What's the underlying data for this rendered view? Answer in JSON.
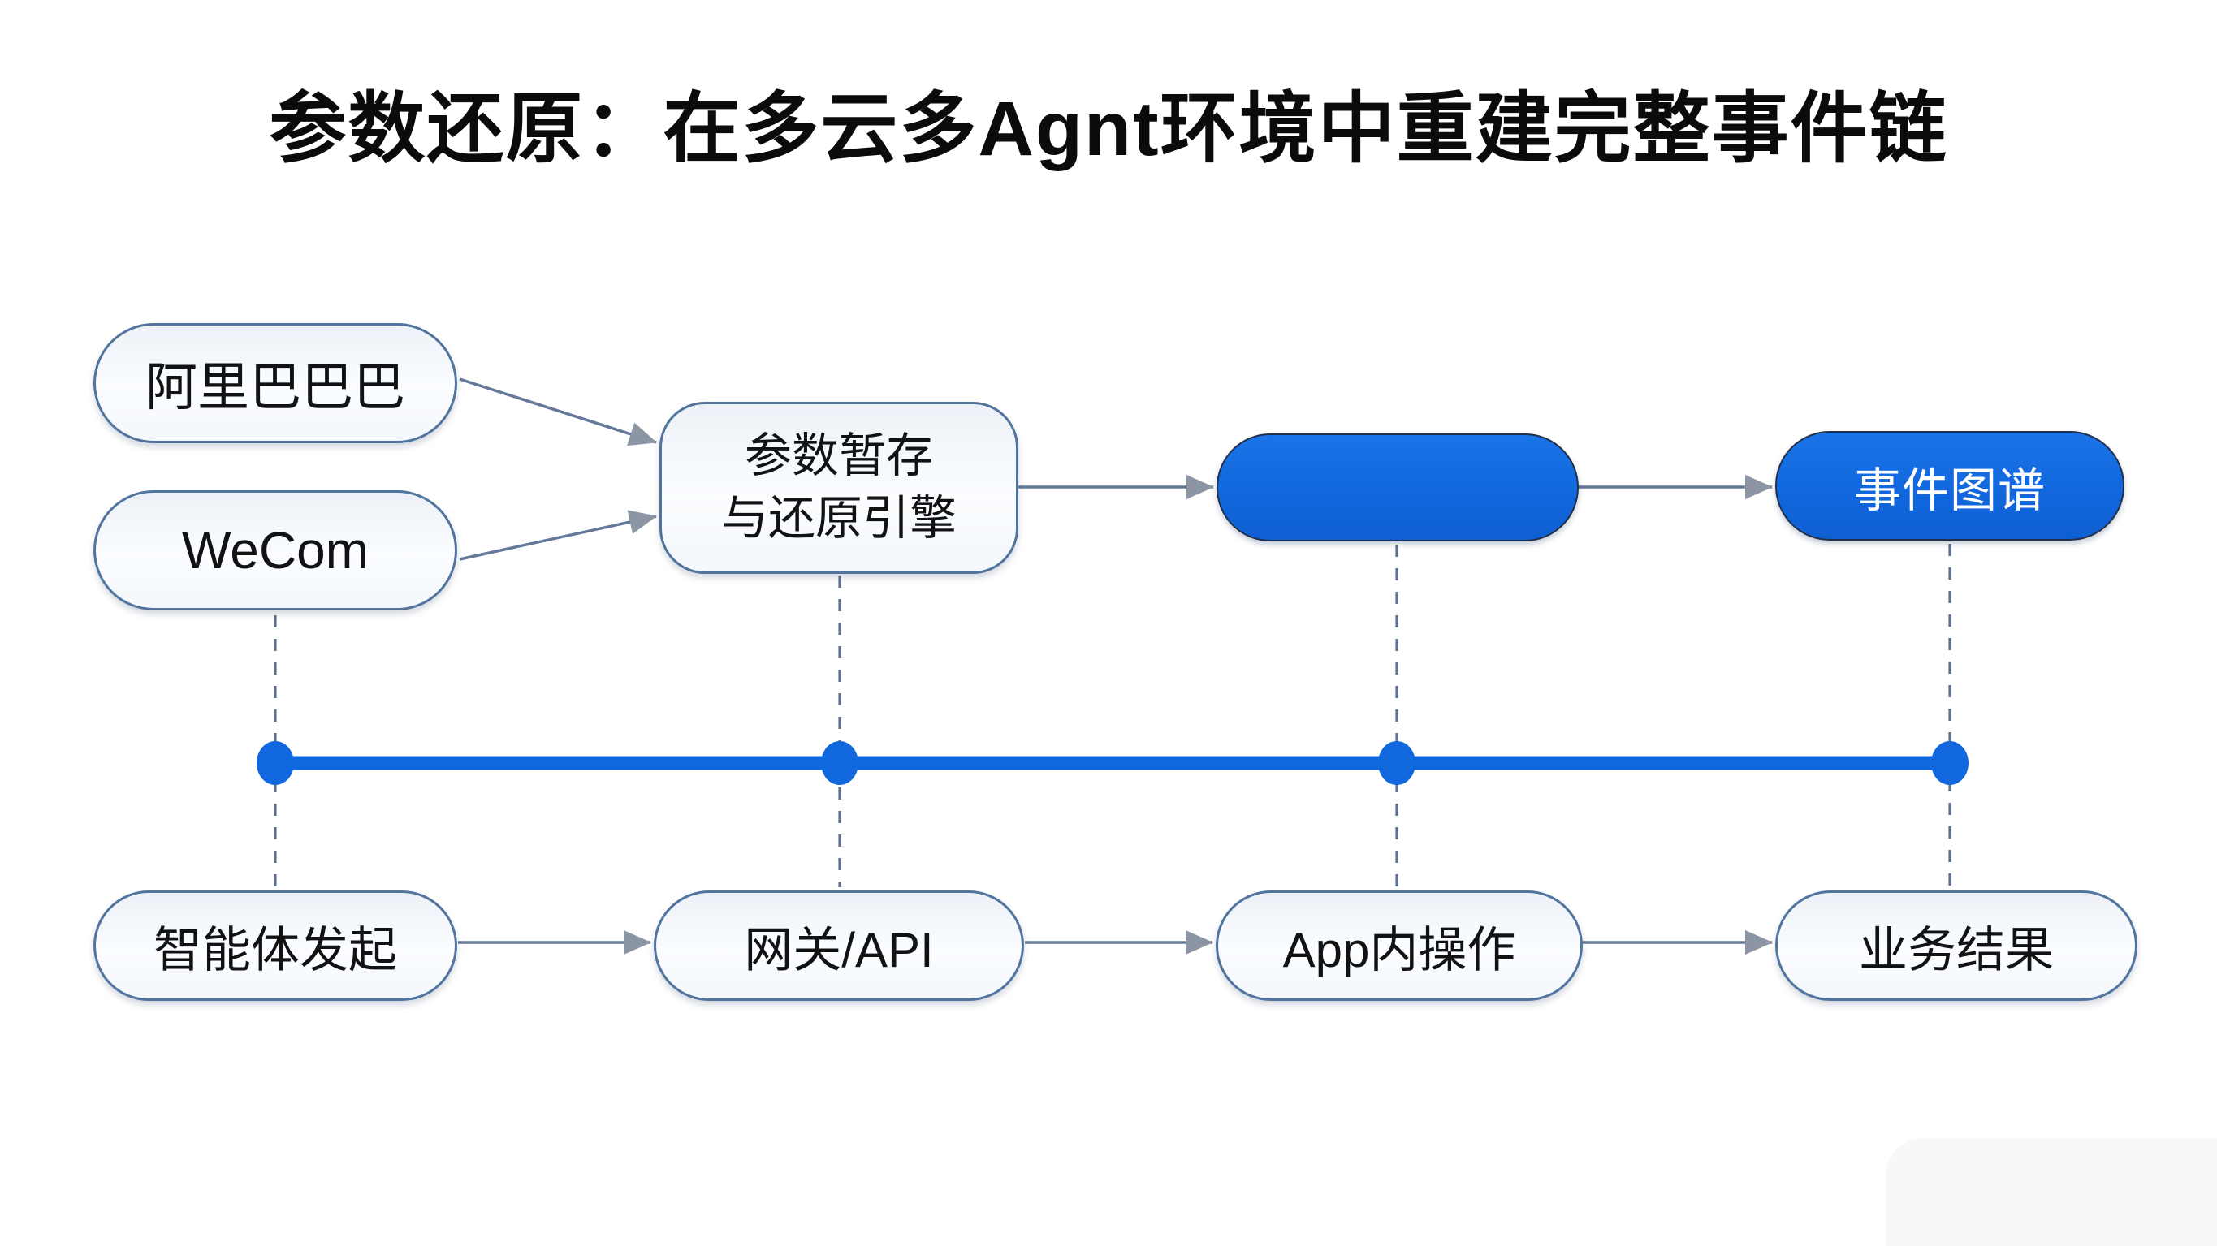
{
  "title": "参数还原：在多云多Agnt环境中重建完整事件链",
  "colors": {
    "accent_blue": "#1168de",
    "node_fill_light": "#f2f6fb",
    "node_border": "#51749e",
    "arrow_gray": "#8c95a3",
    "dashed_line": "#5d738f",
    "blue_node_text": "#ffffff"
  },
  "diagram": {
    "sources": [
      {
        "label": "阿里巴巴巴"
      },
      {
        "label": "WeCom"
      }
    ],
    "engine": {
      "label_line1": "参数暂存",
      "label_line2": "与还原引擎"
    },
    "stage_blue": {
      "label": ""
    },
    "event_graph": {
      "label": "事件图谱"
    },
    "timeline_steps": [
      {
        "label": "智能体发起"
      },
      {
        "label": "网关/API"
      },
      {
        "label": "App内操作"
      },
      {
        "label": "业务结果"
      }
    ]
  }
}
